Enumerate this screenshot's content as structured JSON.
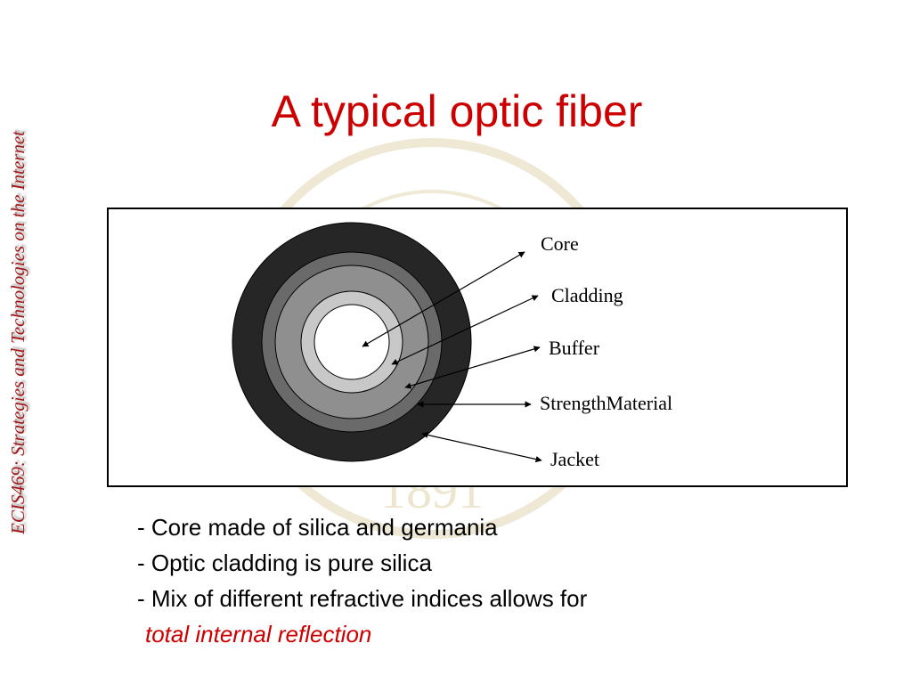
{
  "slide": {
    "side_label": "ECIS469: Strategies and Technologies on the Internet",
    "title": "A typical optic fiber",
    "watermark_year": "1891"
  },
  "diagram": {
    "labels": {
      "core": "Core",
      "cladding": "Cladding",
      "buffer": "Buffer",
      "strength": "StrengthMaterial",
      "jacket": "Jacket"
    },
    "colors": {
      "jacket": "#262626",
      "strength": "#6a6a6a",
      "buffer": "#8f8f8f",
      "cladding": "#c8c8c8",
      "core": "#ffffff"
    }
  },
  "bullets": {
    "items": [
      "- Core made of silica and germania",
      "- Optic cladding is pure silica",
      "- Mix of different refractive indices allows for"
    ],
    "emphasis": "total internal reflection"
  },
  "colors": {
    "title": "#cc0000",
    "side_label": "#a01818"
  }
}
